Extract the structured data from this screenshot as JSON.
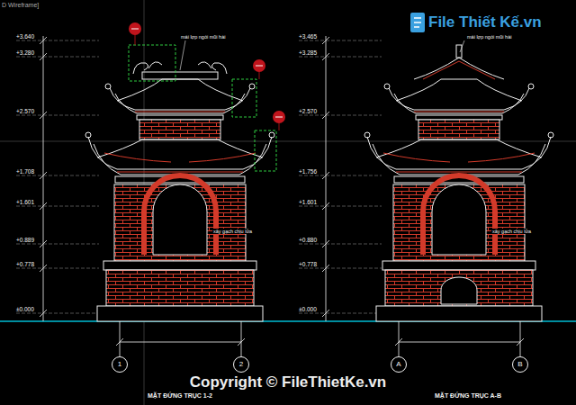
{
  "diagram": {
    "nodes": [
      {
        "text": [
          "1"
        ]
      },
      {
        "text": [
          "2"
        ]
      },
      {
        "text": [
          "A"
        ]
      },
      {
        "text": [
          "B"
        ]
      }
    ],
    "labels": [
      "D Wireframe]",
      "File Thiết Kế.vn",
      "+3.640",
      "+3.280",
      "+2.570",
      "+1.708",
      "+1.601",
      "+0.889",
      "+0.778",
      "±0.000",
      "+3.465",
      "+3.285",
      "+2.570",
      "+1.756",
      "+1.601",
      "+0.880",
      "+0.778",
      "±0.000",
      "mái lợp ngói mũi hài",
      "mái lợp ngói mũi hài",
      "xây gạch chịu lửa",
      "xây gạch chịu lửa",
      "MẶT ĐỨNG TRỤC 1-2",
      "MẶT ĐỨNG TRỤC A-B",
      "Copyright © FileThietKe.vn"
    ]
  }
}
